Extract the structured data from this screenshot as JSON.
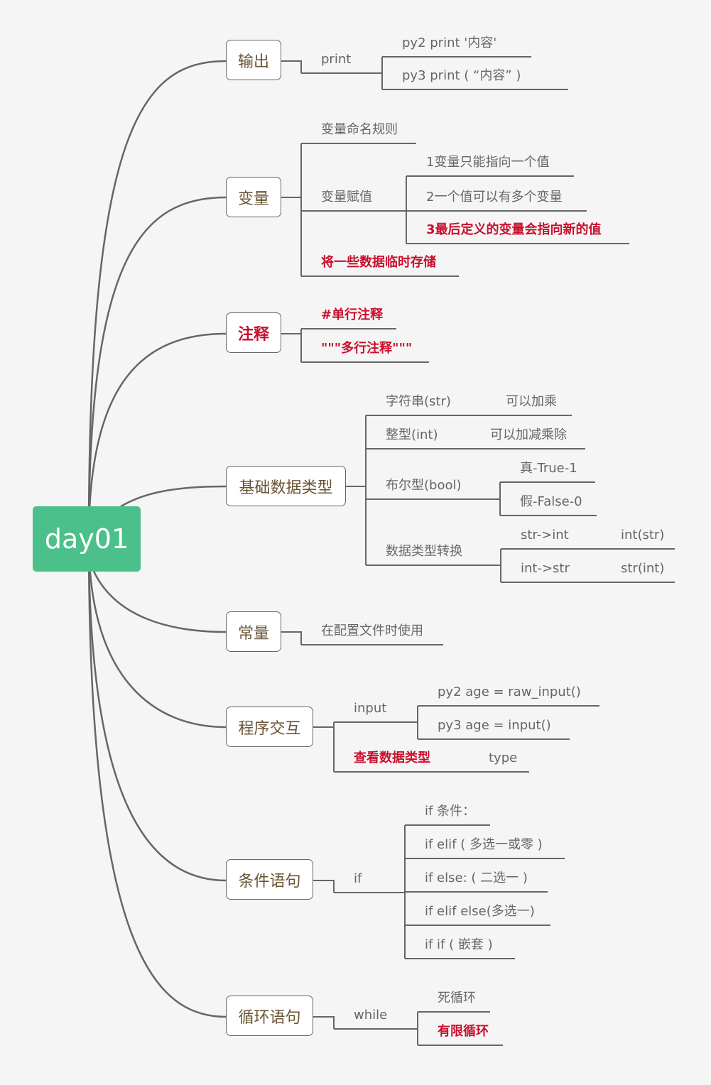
{
  "root": "day01",
  "colors": {
    "root": "#4cc08a",
    "highlight": "#c8102e",
    "line": "#666666"
  },
  "output": {
    "label": "输出",
    "print": "print",
    "py2": "py2   print  '内容'",
    "py3": "py3   print (  “内容”  )"
  },
  "variable": {
    "label": "变量",
    "naming": "变量命名规则",
    "assign": "变量赋值",
    "a1": "1变量只能指向一个值",
    "a2": "2一个值可以有多个变量",
    "a3": "3最后定义的变量会指向新的值",
    "temp": "将一些数据临时存储"
  },
  "comment": {
    "label": "注释",
    "single": "#单行注释",
    "multi": "\"\"\"多行注释\"\"\""
  },
  "types": {
    "label": "基础数据类型",
    "str": "字符串(str)",
    "str_note": "可以加乘",
    "int": "整型(int)",
    "int_note": "可以加减乘除",
    "bool": "布尔型(bool)",
    "true": "真-True-1",
    "false": "假-False-0",
    "conv": "数据类型转换",
    "s2i": "str->int",
    "s2i_fn": "int(str)",
    "i2s": "int->str",
    "i2s_fn": "str(int)"
  },
  "constant": {
    "label": "常量",
    "use": "在配置文件时使用"
  },
  "interact": {
    "label": "程序交互",
    "input": "input",
    "py2": "py2  age = raw_input()",
    "py3": "py3  age = input()",
    "check": "查看数据类型",
    "type": "type"
  },
  "cond": {
    "label": "条件语句",
    "if": "if",
    "c1": "if 条件：",
    "c2": "if elif ( 多选一或零 )",
    "c3": "if else: ( 二选一 )",
    "c4": "if elif else(多选一)",
    "c5": "if if  ( 嵌套 )"
  },
  "loop": {
    "label": "循环语句",
    "while": "while",
    "dead": "死循环",
    "finite": "有限循环"
  }
}
